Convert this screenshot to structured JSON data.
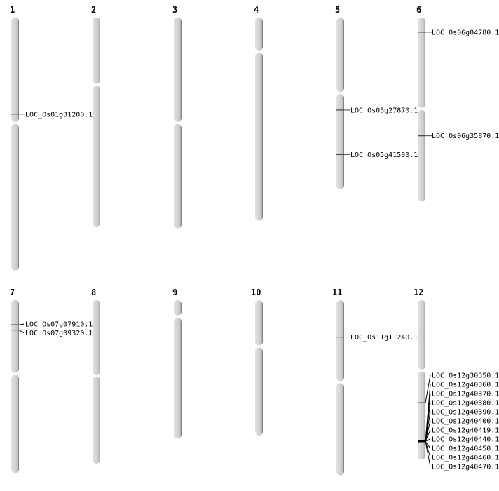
{
  "chart_data": {
    "type": "chromosome-map",
    "units": "Mb",
    "chromosomes": [
      {
        "name": "1",
        "length": 43.2,
        "centromere": 18.0,
        "markers": [
          {
            "label": "LOC_Os01g31200.1",
            "pos": 16.5
          }
        ]
      },
      {
        "name": "2",
        "length": 35.7,
        "centromere": 11.5,
        "markers": []
      },
      {
        "name": "3",
        "length": 36.0,
        "centromere": 18.0,
        "markers": []
      },
      {
        "name": "4",
        "length": 34.7,
        "centromere": 5.8,
        "markers": []
      },
      {
        "name": "5",
        "length": 29.3,
        "centromere": 12.9,
        "markers": [
          {
            "label": "LOC_Os05g27870.1",
            "pos": 15.8
          },
          {
            "label": "LOC_Os05g41580.1",
            "pos": 23.4
          }
        ]
      },
      {
        "name": "6",
        "length": 31.4,
        "centromere": 15.6,
        "markers": [
          {
            "label": "LOC_Os06g04780.1",
            "pos": 2.5
          },
          {
            "label": "LOC_Os06g35870.1",
            "pos": 20.2
          }
        ]
      },
      {
        "name": "7",
        "length": 29.5,
        "centromere": 12.6,
        "markers": [
          {
            "label": "LOC_Os07g07910.1",
            "pos": 4.2
          },
          {
            "label": "LOC_Os07g09320.1",
            "pos": 5.1
          }
        ]
      },
      {
        "name": "8",
        "length": 27.9,
        "centromere": 12.9,
        "markers": []
      },
      {
        "name": "9",
        "length": 23.6,
        "centromere": 2.8,
        "markers": []
      },
      {
        "name": "10",
        "length": 23.1,
        "centromere": 7.9,
        "markers": []
      },
      {
        "name": "11",
        "length": 29.9,
        "centromere": 14.0,
        "markers": [
          {
            "label": "LOC_Os11g11240.1",
            "pos": 6.3
          }
        ]
      },
      {
        "name": "12",
        "length": 27.2,
        "centromere": 12.0,
        "markers": [
          {
            "label": "LOC_Os12g30350.1",
            "pos": 17.5
          },
          {
            "label": "LOC_Os12g40360.1",
            "pos": 24.1
          },
          {
            "label": "LOC_Os12g40370.1",
            "pos": 24.1
          },
          {
            "label": "LOC_Os12g40380.1",
            "pos": 24.1
          },
          {
            "label": "LOC_Os12g40390.1",
            "pos": 24.1
          },
          {
            "label": "LOC_Os12g40400.1",
            "pos": 24.1
          },
          {
            "label": "LOC_Os12g40419.1",
            "pos": 24.1
          },
          {
            "label": "LOC_Os12g40440.1",
            "pos": 24.1
          },
          {
            "label": "LOC_Os12g40450.1",
            "pos": 24.1
          },
          {
            "label": "LOC_Os12g40460.1",
            "pos": 24.1
          },
          {
            "label": "LOC_Os12g40470.1",
            "pos": 24.1
          }
        ]
      }
    ]
  }
}
